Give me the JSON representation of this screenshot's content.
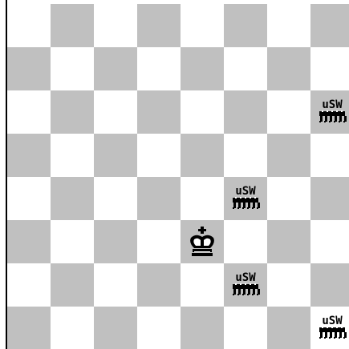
{
  "board": {
    "rows": 8,
    "cols": 8,
    "light_color": "#ffffff",
    "dark_color": "#c0c0c0",
    "pieces": [
      {
        "row": 2,
        "col": 7,
        "type": "rover",
        "label": "uSW",
        "icon": "rover-icon"
      },
      {
        "row": 4,
        "col": 5,
        "type": "rover",
        "label": "uSW",
        "icon": "rover-icon"
      },
      {
        "row": 5,
        "col": 4,
        "type": "king",
        "icon": "king-icon"
      },
      {
        "row": 6,
        "col": 5,
        "type": "rover",
        "label": "uSW",
        "icon": "rover-icon"
      },
      {
        "row": 7,
        "col": 7,
        "type": "rover",
        "label": "uSW",
        "icon": "rover-icon"
      }
    ]
  }
}
